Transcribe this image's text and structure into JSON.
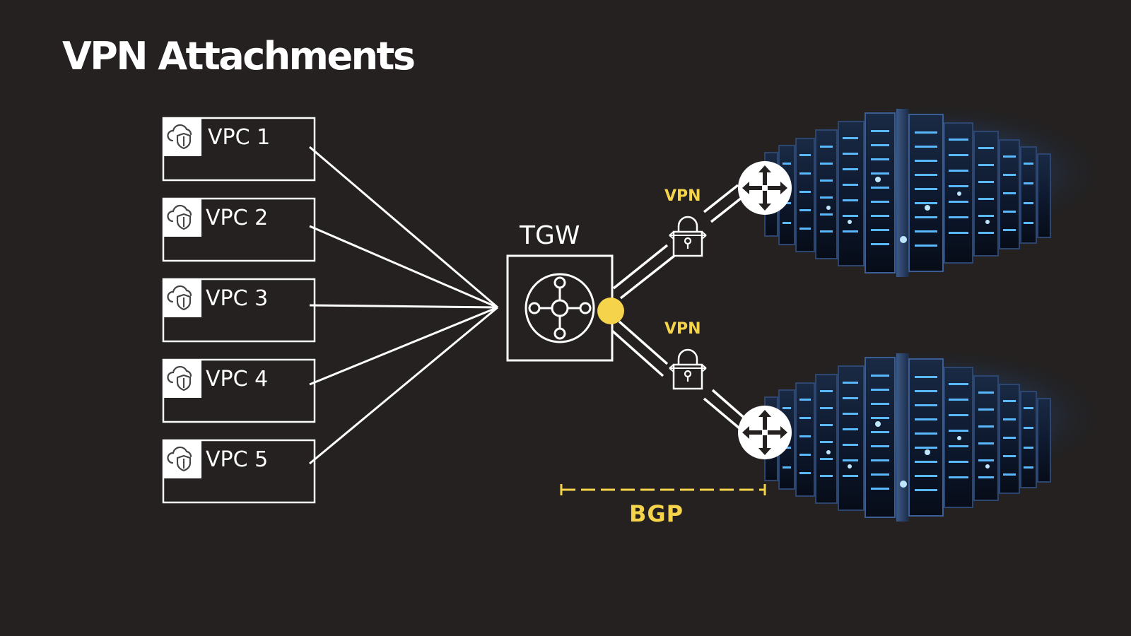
{
  "title": "VPN Attachments",
  "vpcs": [
    {
      "label": "VPC 1",
      "icon": "cloud-shield-icon"
    },
    {
      "label": "VPC 2",
      "icon": "cloud-shield-icon"
    },
    {
      "label": "VPC 3",
      "icon": "cloud-shield-icon"
    },
    {
      "label": "VPC 4",
      "icon": "cloud-shield-icon"
    },
    {
      "label": "VPC 5",
      "icon": "cloud-shield-icon"
    }
  ],
  "tgw": {
    "label": "TGW",
    "icon": "transit-gateway-icon"
  },
  "vpn_tunnels": [
    {
      "label": "VPN",
      "icon": "lock-icon"
    },
    {
      "label": "VPN",
      "icon": "lock-icon"
    }
  ],
  "customer_gateways": [
    {
      "icon": "router-icon",
      "image": "server-racks"
    },
    {
      "icon": "router-icon",
      "image": "server-racks"
    }
  ],
  "bgp": {
    "label": "BGP"
  },
  "colors": {
    "background": "#242120",
    "line": "#ffffff",
    "accent": "#f5d34a",
    "server_glow": "#1e6fff"
  }
}
